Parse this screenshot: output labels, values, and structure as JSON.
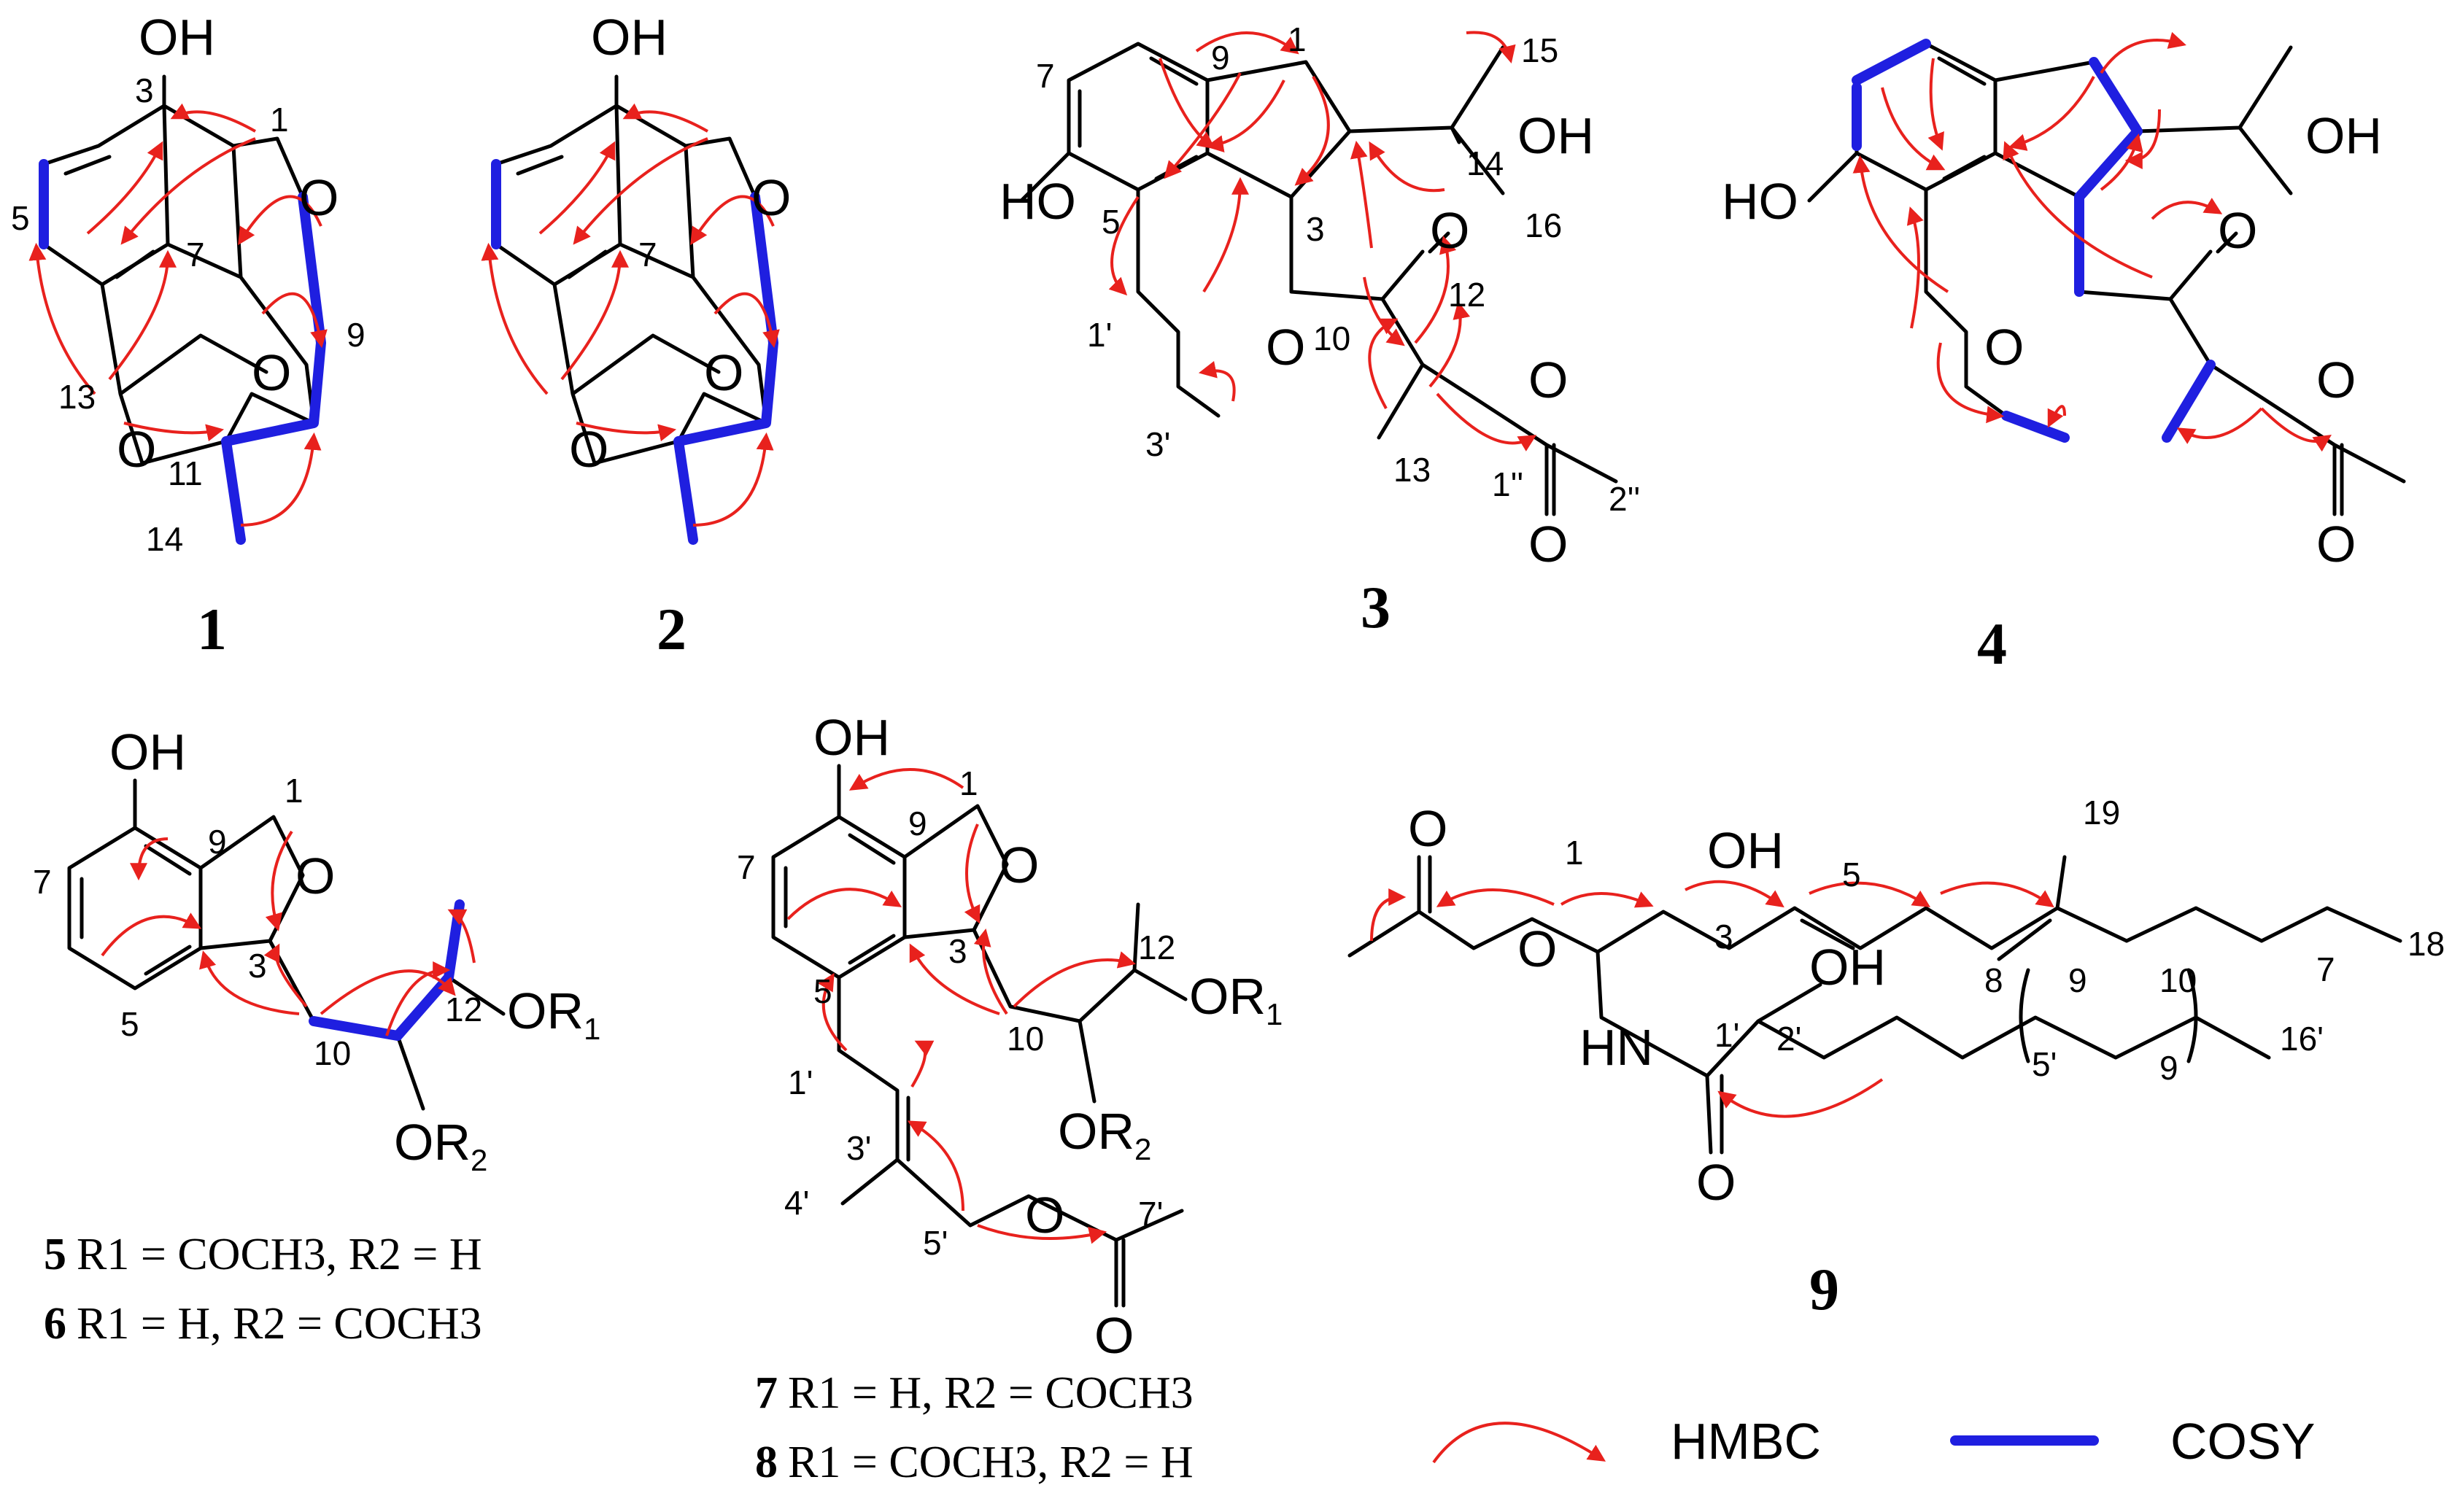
{
  "colors": {
    "bond": "#000000",
    "cosy": "#1f1fe0",
    "hmbc": "#e8211d"
  },
  "compounds": [
    {
      "id": "1",
      "atoms": [
        "OH",
        "O",
        "O",
        "O"
      ],
      "numbers": [
        "3",
        "1",
        "5",
        "7",
        "9",
        "13",
        "11",
        "14"
      ]
    },
    {
      "id": "2",
      "atoms": [
        "OH",
        "O",
        "O",
        "O"
      ],
      "numbers": [
        "7"
      ]
    },
    {
      "id": "3",
      "atoms": [
        "HO",
        "OH",
        "O",
        "O",
        "O",
        "O"
      ],
      "numbers": [
        "1",
        "7",
        "9",
        "15",
        "14",
        "5",
        "3",
        "16",
        "1'",
        "10",
        "12",
        "3'",
        "13",
        "1''",
        "2''"
      ]
    },
    {
      "id": "4",
      "atoms": [
        "HO",
        "OH",
        "O",
        "O",
        "O",
        "O"
      ],
      "numbers": []
    },
    {
      "id": "5",
      "atoms": [
        "OH",
        "O",
        "OR",
        "OR"
      ],
      "numbers": [
        "9",
        "1",
        "7",
        "5",
        "3",
        "12",
        "10"
      ],
      "r_subs": [
        "1",
        "2"
      ]
    },
    {
      "id": "7",
      "atoms": [
        "OH",
        "O",
        "OR",
        "OR",
        "O",
        "O"
      ],
      "numbers": [
        "9",
        "1",
        "7",
        "5",
        "3",
        "12",
        "10",
        "1'",
        "3'",
        "4'",
        "5'",
        "7'"
      ],
      "r_subs": [
        "1",
        "2"
      ]
    },
    {
      "id": "9",
      "atoms": [
        "O",
        "O",
        "OH",
        "HN",
        "OH",
        "O"
      ],
      "numbers": [
        "1",
        "3",
        "5",
        "19",
        "8",
        "9",
        "10",
        "7",
        "18",
        "1'",
        "2'",
        "5'",
        "9",
        "16'"
      ]
    }
  ],
  "substituents": {
    "c5": {
      "label": "5",
      "text": "R1 = COCH3, R2 = H"
    },
    "c6": {
      "label": "6",
      "text": "R1 = H, R2 = COCH3"
    },
    "c7": {
      "label": "7",
      "text": "R1 = H, R2 = COCH3"
    },
    "c8": {
      "label": "8",
      "text": "R1 = COCH3, R2 = H"
    }
  },
  "legend": {
    "hmbc_label": "HMBC",
    "cosy_label": "COSY"
  }
}
